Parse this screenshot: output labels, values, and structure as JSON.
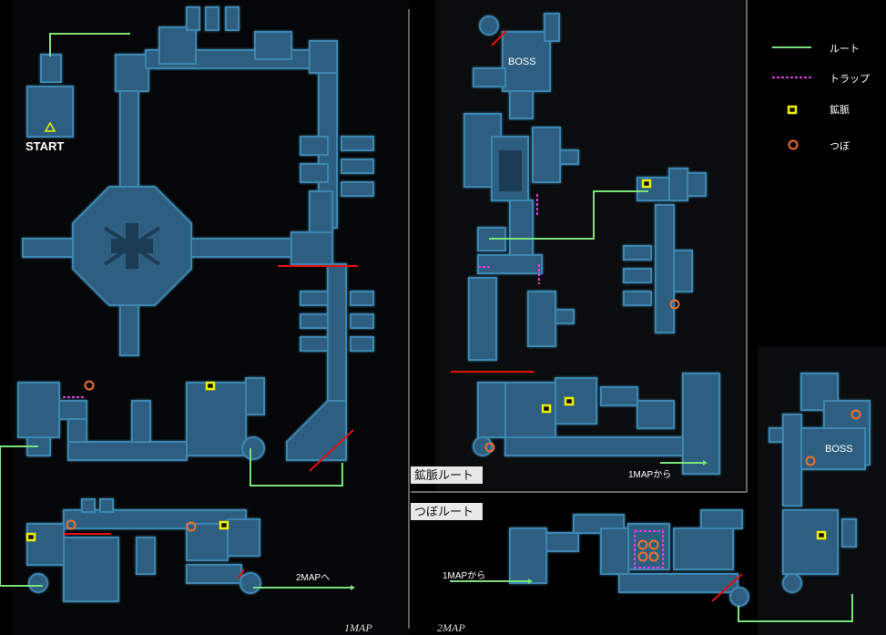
{
  "labels": {
    "start": "START",
    "boss_upper": "BOSS",
    "boss_right": "BOSS",
    "to_2map": "2MAPへ",
    "from_1map_upper": "1MAPから",
    "from_1map_lower": "1MAPから",
    "map1": "1MAP",
    "map2": "2MAP"
  },
  "tags": {
    "ore_route": "鉱脈ルート",
    "pot_route": "つぼルート"
  },
  "legend": [
    {
      "name": "route",
      "text": "ルート",
      "color": "#7ce27c"
    },
    {
      "name": "trap",
      "text": "トラップ",
      "color": "#e040e0"
    },
    {
      "name": "ore-vein",
      "text": "鉱脈",
      "color": "#f0f000"
    },
    {
      "name": "pot",
      "text": "つぼ",
      "color": "#f07030"
    }
  ],
  "colors": {
    "room_fill": "#2f5f80",
    "room_edge": "#3e86b0",
    "route": "#7ce27c",
    "trap": "#e040e0",
    "wall_line": "#e01010",
    "ore": "#f0f000",
    "pot": "#f07030"
  }
}
